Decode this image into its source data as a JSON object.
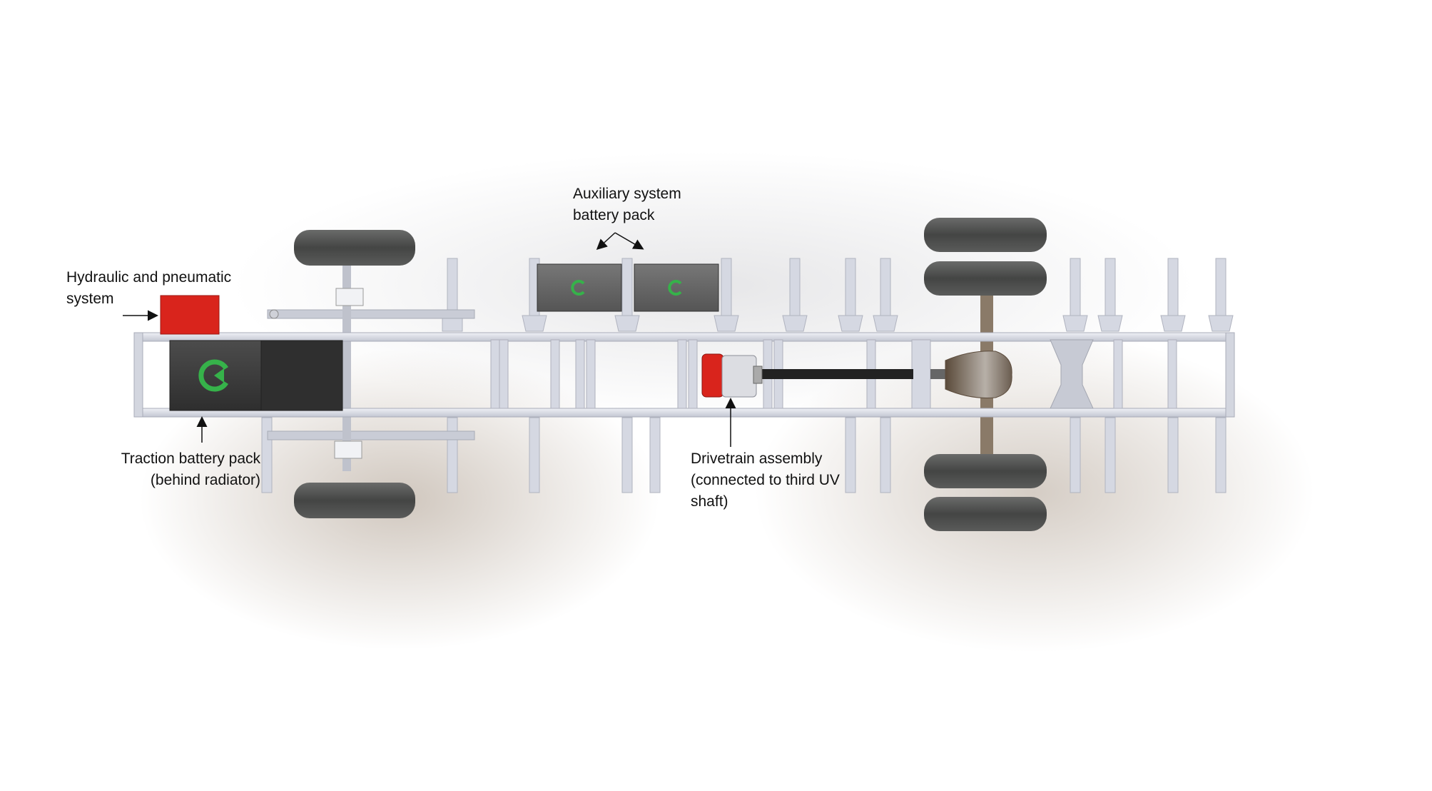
{
  "labels": {
    "hydraulic": "Hydraulic and pneumatic\nsystem",
    "auxiliary": "Auxiliary system\nbattery pack",
    "traction": "Traction battery pack\n(behind radiator)",
    "drivetrain": "Drivetrain assembly\n(connected to third UV\nshaft)"
  },
  "colors": {
    "frame": "#d7d9e2",
    "battery": "#3a3a3a",
    "logo": "#36b24a",
    "hydraulic": "#d9241c",
    "tire": "#4a4b4a",
    "shaft": "#222222"
  }
}
